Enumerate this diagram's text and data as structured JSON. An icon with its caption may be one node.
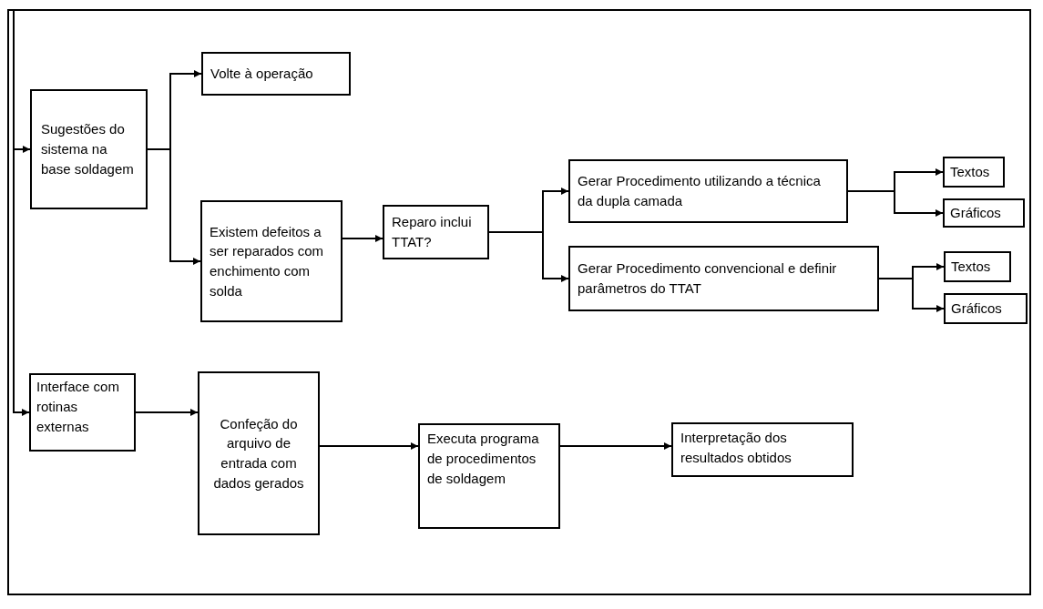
{
  "diagram": {
    "nodes": [
      {
        "text": [
          "Sugestões do sistema na base soldagem"
        ]
      },
      {
        "text": [
          "Volte à operação"
        ]
      },
      {
        "text": [
          "Existem defeitos a ser reparados com enchimento com solda"
        ]
      },
      {
        "text": [
          "Reparo inclui TTAT?"
        ]
      },
      {
        "text": [
          "Gerar Procedimento utilizando a técnica da dupla camada"
        ]
      },
      {
        "text": [
          "Gerar Procedimento convencional e definir parâmetros do TTAT"
        ]
      },
      {
        "text": [
          "Textos"
        ]
      },
      {
        "text": [
          "Gráficos"
        ]
      },
      {
        "text": [
          "Textos"
        ]
      },
      {
        "text": [
          "Gráficos"
        ]
      },
      {
        "text": [
          "Interface com rotinas externas"
        ]
      },
      {
        "text": [
          "Confeção do arquivo de entrada com dados gerados"
        ]
      },
      {
        "text": [
          "Executa programa de procedimentos de soldagem"
        ]
      },
      {
        "text": [
          "Interpretação dos resultados obtidos"
        ]
      }
    ],
    "edges": [
      {
        "from": null,
        "to": 0,
        "arrow": "to"
      },
      {
        "from": null,
        "to": 10,
        "arrow": "to"
      },
      {
        "from": 0,
        "to": 1,
        "arrow": "to"
      },
      {
        "from": 0,
        "to": 2,
        "arrow": "to"
      },
      {
        "from": 2,
        "to": 3,
        "arrow": "to"
      },
      {
        "from": 3,
        "to": 4,
        "arrow": "to"
      },
      {
        "from": 3,
        "to": 5,
        "arrow": "to"
      },
      {
        "from": 4,
        "to": 6,
        "arrow": "to"
      },
      {
        "from": 4,
        "to": 7,
        "arrow": "to"
      },
      {
        "from": 5,
        "to": 8,
        "arrow": "to"
      },
      {
        "from": 5,
        "to": 9,
        "arrow": "to"
      },
      {
        "from": 10,
        "to": 11,
        "arrow": "to"
      },
      {
        "from": 11,
        "to": 12,
        "arrow": "to"
      },
      {
        "from": 12,
        "to": 13,
        "arrow": "to"
      }
    ]
  }
}
